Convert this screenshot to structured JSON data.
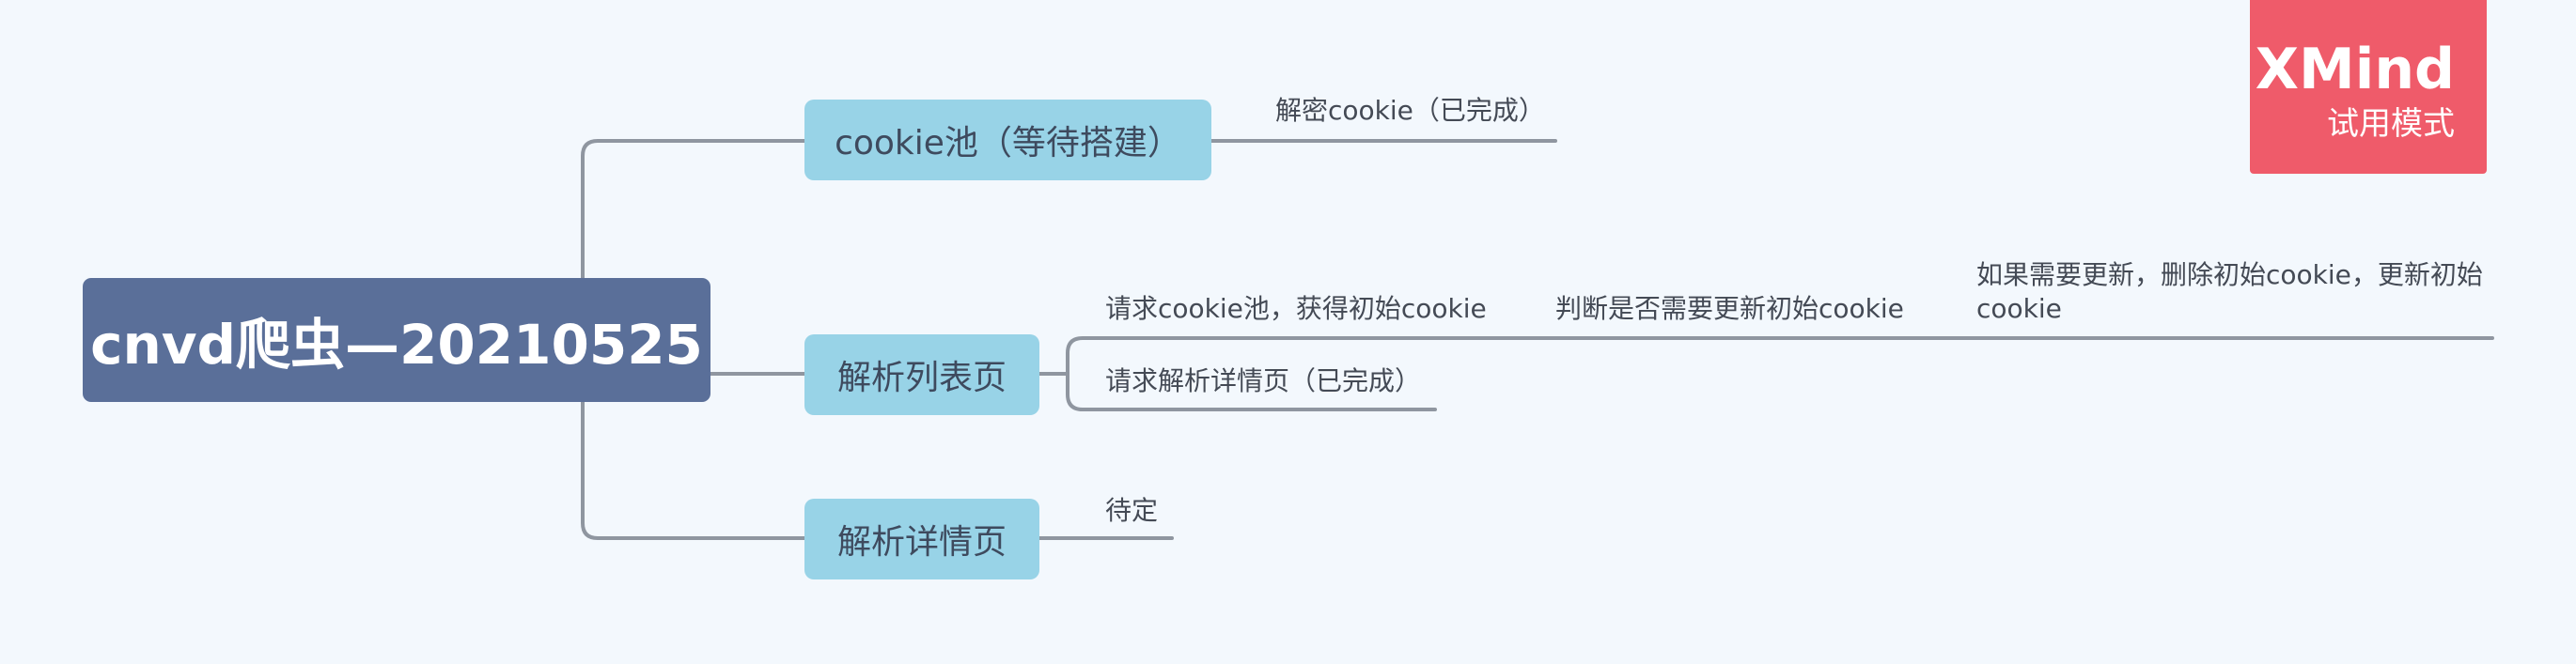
{
  "root": {
    "label": "cnvd爬虫—20210525"
  },
  "branches": [
    {
      "label": "cookie池（等待搭建）",
      "children": [
        {
          "label": "解密cookie（已完成）"
        }
      ]
    },
    {
      "label": "解析列表页",
      "children": [
        {
          "label": "请求cookie池，获得初始cookie",
          "children": [
            {
              "label": "判断是否需要更新初始cookie",
              "children": [
                {
                  "label_line1": "如果需要更新，删除初始cookie，更新初始",
                  "label_line2": "cookie"
                }
              ]
            }
          ]
        },
        {
          "label": "请求解析详情页（已完成）"
        }
      ]
    },
    {
      "label": "解析详情页",
      "children": [
        {
          "label": "待定"
        }
      ]
    }
  ],
  "watermark": {
    "brand": "XMind",
    "mode": "试用模式",
    "color": "#ef5b6a"
  },
  "colors": {
    "background": "#f3f8fd",
    "root_fill": "#5a6f99",
    "branch_fill": "#98d3e7",
    "connector": "#8f96a0"
  }
}
